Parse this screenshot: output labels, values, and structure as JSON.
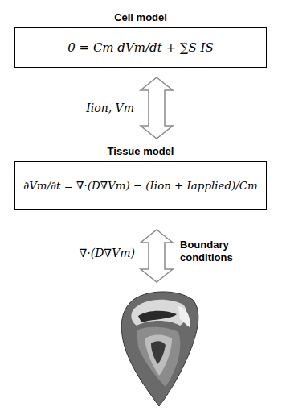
{
  "diagram": {
    "nodes": [
      {
        "text": [
          "Cell model",
          "0 = Cm dVm/dt + ∑S IS"
        ]
      },
      {
        "text": [
          "Tissue model",
          "∂Vm/∂t = ∇·(D∇Vm) − (Iion + Iapplied)/Cm"
        ]
      }
    ],
    "edges": [
      {
        "from": 0,
        "to": 1,
        "arrow": "both",
        "label": "Iion, Vm"
      }
    ],
    "labels": [
      "∇·(D∇Vm)",
      "Boundary conditions"
    ]
  }
}
